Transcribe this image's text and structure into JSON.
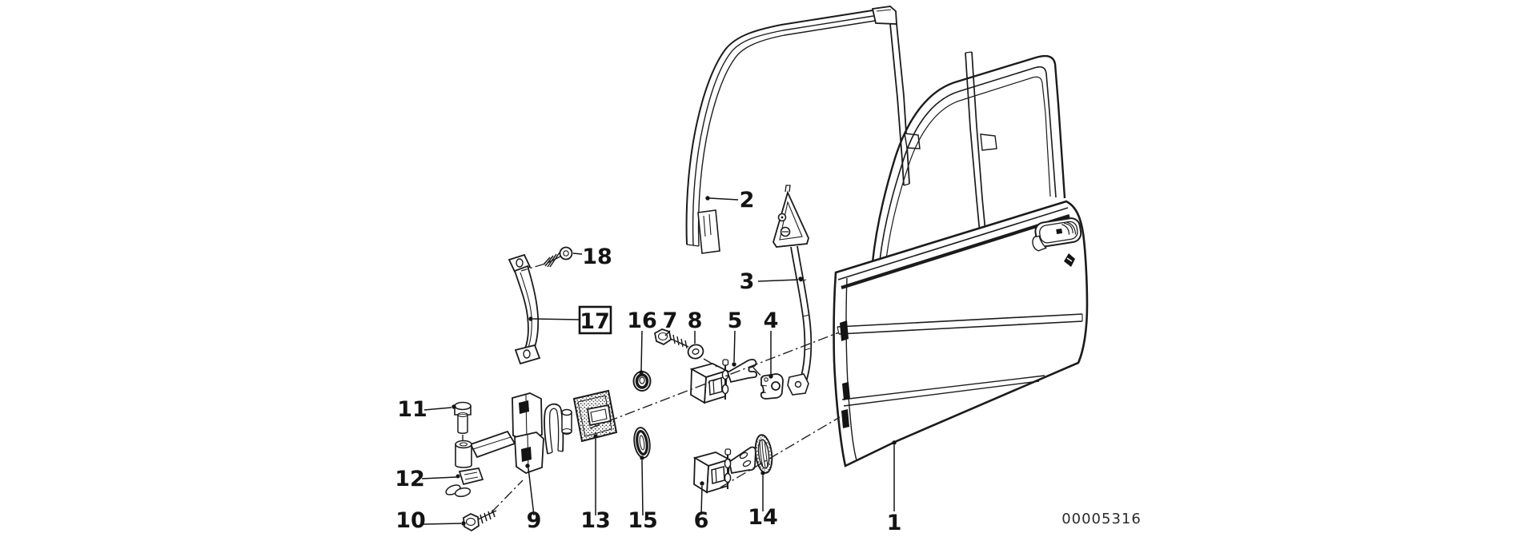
{
  "canvas": {
    "background": "#ffffff",
    "ink": "#1b1b1b"
  },
  "diagram": {
    "type": "exploded-parts-diagram",
    "subject": "front-door-assembly",
    "document_number": "00005316",
    "callouts": [
      {
        "text": "1"
      },
      {
        "text": "2"
      },
      {
        "text": "3"
      },
      {
        "text": "4"
      },
      {
        "text": "5"
      },
      {
        "text": "6"
      },
      {
        "text": "7"
      },
      {
        "text": "8"
      },
      {
        "text": "9"
      },
      {
        "text": "10"
      },
      {
        "text": "11"
      },
      {
        "text": "12"
      },
      {
        "text": "13"
      },
      {
        "text": "14"
      },
      {
        "text": "15"
      },
      {
        "text": "16"
      },
      {
        "text": "17",
        "boxed": true
      },
      {
        "text": "18"
      }
    ]
  }
}
